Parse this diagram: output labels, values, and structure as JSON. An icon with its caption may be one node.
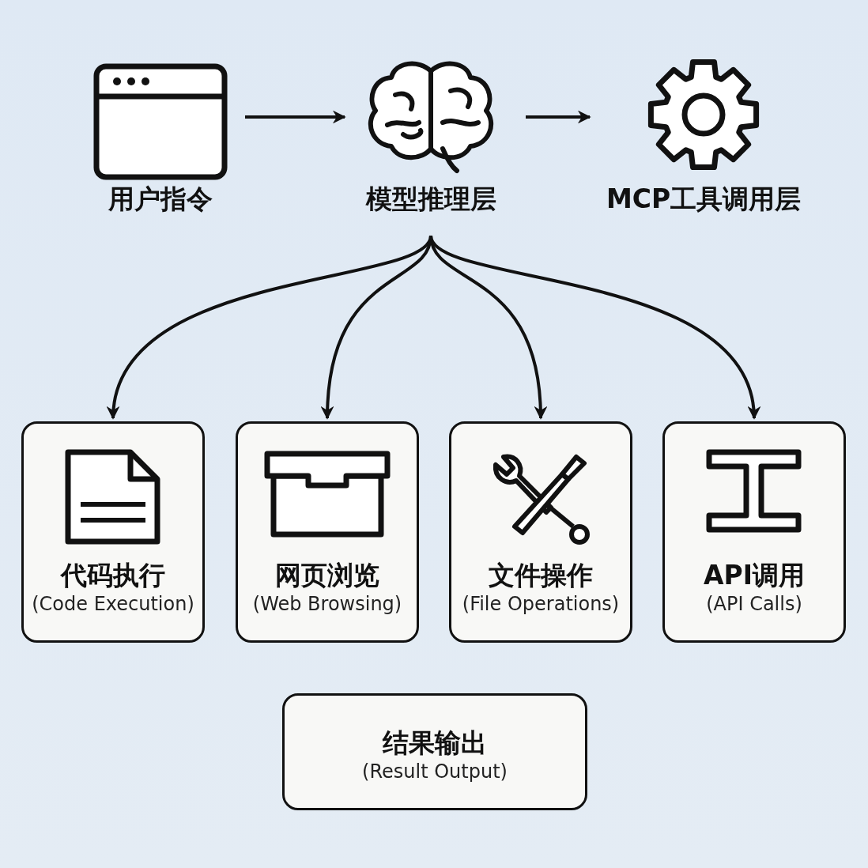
{
  "diagram": {
    "nodes": [
      {
        "text": [
          "用户指令"
        ]
      },
      {
        "text": [
          "模型推理层"
        ]
      },
      {
        "text": [
          "MCP工具调用层"
        ]
      },
      {
        "text": [
          "代码执行",
          "(Code Execution)"
        ]
      },
      {
        "text": [
          "网页浏览",
          "(Web Browsing)"
        ]
      },
      {
        "text": [
          "文件操作",
          "(File Operations)"
        ]
      },
      {
        "text": [
          "API调用",
          "(API Calls)"
        ]
      },
      {
        "text": [
          "结果输出",
          "(Result Output)"
        ]
      }
    ],
    "edges": [
      {
        "from": 0,
        "to": 1,
        "arrow": "to"
      },
      {
        "from": 1,
        "to": 2,
        "arrow": "to"
      },
      {
        "from": 1,
        "to": 3,
        "arrow": "to"
      },
      {
        "from": 1,
        "to": 4,
        "arrow": "to"
      },
      {
        "from": 1,
        "to": 5,
        "arrow": "to"
      },
      {
        "from": 1,
        "to": 6,
        "arrow": "to"
      }
    ]
  }
}
